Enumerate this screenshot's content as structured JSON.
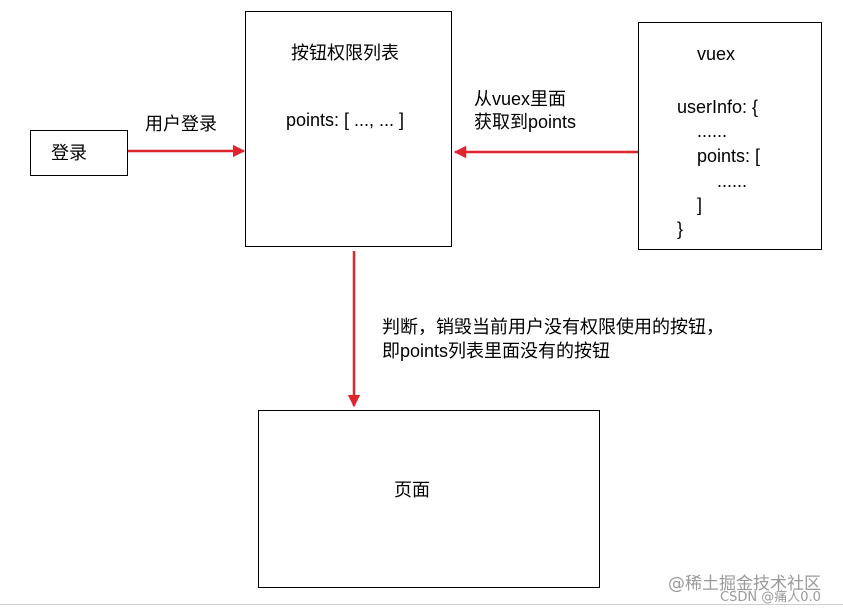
{
  "colors": {
    "arrow": "#e0242c",
    "border": "#000000",
    "watermark": "#9a9a9a"
  },
  "login_box": {
    "label": "登录"
  },
  "permission_box": {
    "title": "按钮权限列表",
    "content": "points: [ ..., ... ]"
  },
  "vuex_box": {
    "title": "vuex",
    "lines": [
      "userInfo: {",
      "    ......",
      "    points: [",
      "        ......",
      "    ]",
      "}"
    ]
  },
  "page_box": {
    "label": "页面"
  },
  "labels": {
    "login_arrow": "用户登录",
    "vuex_arrow_line1": "从vuex里面",
    "vuex_arrow_line2": "获取到points",
    "down_arrow_line1": "判断，销毁当前用户没有权限使用的按钮，",
    "down_arrow_line2": "即points列表里面没有的按钮"
  },
  "watermark": {
    "site": "@稀土掘金技术社区",
    "author": "CSDN @痛人0.0"
  }
}
